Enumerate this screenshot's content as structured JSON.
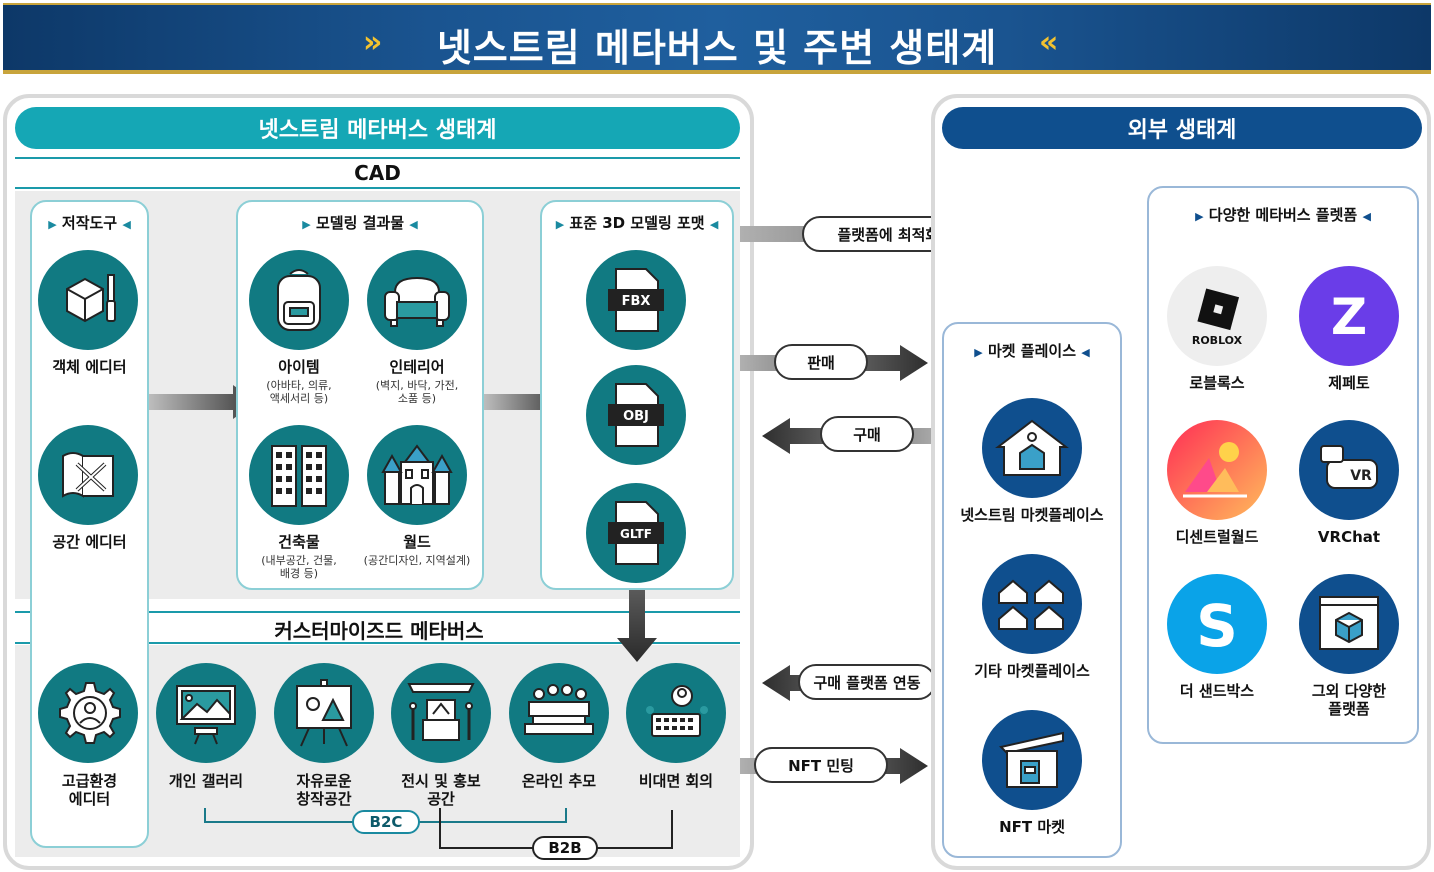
{
  "banner": {
    "title": "넷스트림 메타버스 및 주변 생태계",
    "left_chevron": "»",
    "right_chevron": "«"
  },
  "left_panel": {
    "title": "넷스트림 메타버스 생태계",
    "cad_label": "CAD",
    "custom_label": "커스터마이즈드 메타버스",
    "authoring": {
      "header": "저작도구",
      "items": [
        {
          "label": "객체 에디터",
          "icon": "cube-screwdriver-icon"
        },
        {
          "label": "공간 에디터",
          "icon": "blueprint-tools-icon"
        },
        {
          "label": "고급환경\n에디터",
          "icon": "gear-person-icon"
        }
      ]
    },
    "modeling": {
      "header": "모델링 결과물",
      "items": [
        {
          "label": "아이템",
          "sub": "(아바타, 의류,\n액세서리 등)",
          "icon": "backpack-icon"
        },
        {
          "label": "인테리어",
          "sub": "(벽지, 바닥, 가전,\n소품 등)",
          "icon": "sofa-icon"
        },
        {
          "label": "건축물",
          "sub": "(내부공간, 건물,\n배경 등)",
          "icon": "building-icon"
        },
        {
          "label": "월드",
          "sub": "(공간디자인, 지역설계)",
          "icon": "castle-icon"
        }
      ]
    },
    "formats": {
      "header": "표준 3D 모델링 포맷",
      "items": [
        {
          "label": "FBX",
          "icon": "fbx-file-icon"
        },
        {
          "label": "OBJ",
          "icon": "obj-file-icon"
        },
        {
          "label": "GLTF",
          "icon": "gltf-file-icon"
        }
      ]
    },
    "custom_items": [
      {
        "label": "개인 갤러리",
        "icon": "gallery-icon"
      },
      {
        "label": "자유로운\n창작공간",
        "icon": "easel-icon"
      },
      {
        "label": "전시 및 홍보\n공간",
        "icon": "exhibition-icon"
      },
      {
        "label": "온라인 추모",
        "icon": "memorial-icon"
      },
      {
        "label": "비대면 회의",
        "icon": "meeting-icon"
      }
    ],
    "b2c": "B2C",
    "b2b": "B2B"
  },
  "flows": {
    "platform_data": "플랫폼에 최적화된 데이터 제공",
    "sell": "판매",
    "buy": "구매",
    "buy_link": "구매 플랫폼 연동",
    "nft_mint": "NFT 민팅"
  },
  "right_panel": {
    "title": "외부 생태계",
    "market": {
      "header": "마켓 플레이스",
      "items": [
        {
          "label": "넷스트림 마켓플레이스",
          "icon": "house-icon"
        },
        {
          "label": "기타 마켓플레이스",
          "icon": "houses-icon"
        },
        {
          "label": "NFT 마켓",
          "icon": "nft-shop-icon"
        }
      ]
    },
    "platforms": {
      "header": "다양한 메타버스 플렛폼",
      "items": [
        {
          "label": "로블록스",
          "icon": "roblox-logo-icon",
          "logo_text": "ROBLOX"
        },
        {
          "label": "제페토",
          "icon": "zepeto-logo-icon",
          "logo_text": "Z"
        },
        {
          "label": "디센트럴월드",
          "icon": "decentraland-logo-icon"
        },
        {
          "label": "VRChat",
          "icon": "vrchat-logo-icon",
          "logo_text": "VR"
        },
        {
          "label": "더 샌드박스",
          "icon": "sandbox-logo-icon",
          "logo_text": "S"
        },
        {
          "label": "그외 다양한\n플랫폼",
          "icon": "platform-cube-icon"
        }
      ]
    }
  },
  "colors": {
    "teal": "#117a82",
    "teal_pill": "#15a7b5",
    "navy": "#0f4f8e",
    "gold": "#c8a43c"
  }
}
